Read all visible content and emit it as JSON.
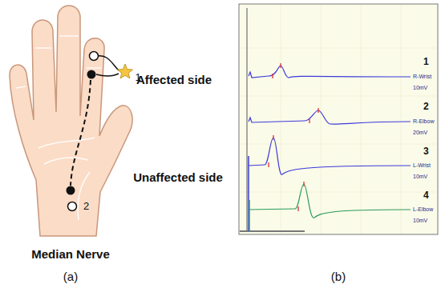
{
  "diagram": {
    "labels": [
      "1",
      "2",
      "Median Nerve",
      "(a)",
      "Affected side",
      "Unaffected side",
      "1",
      "R-Wrist",
      "10mV",
      "2",
      "R-Elbow",
      "20mV",
      "3",
      "L-Wrist",
      "10mV",
      "4",
      "L-Elbow",
      "10mV",
      "(b)"
    ]
  }
}
